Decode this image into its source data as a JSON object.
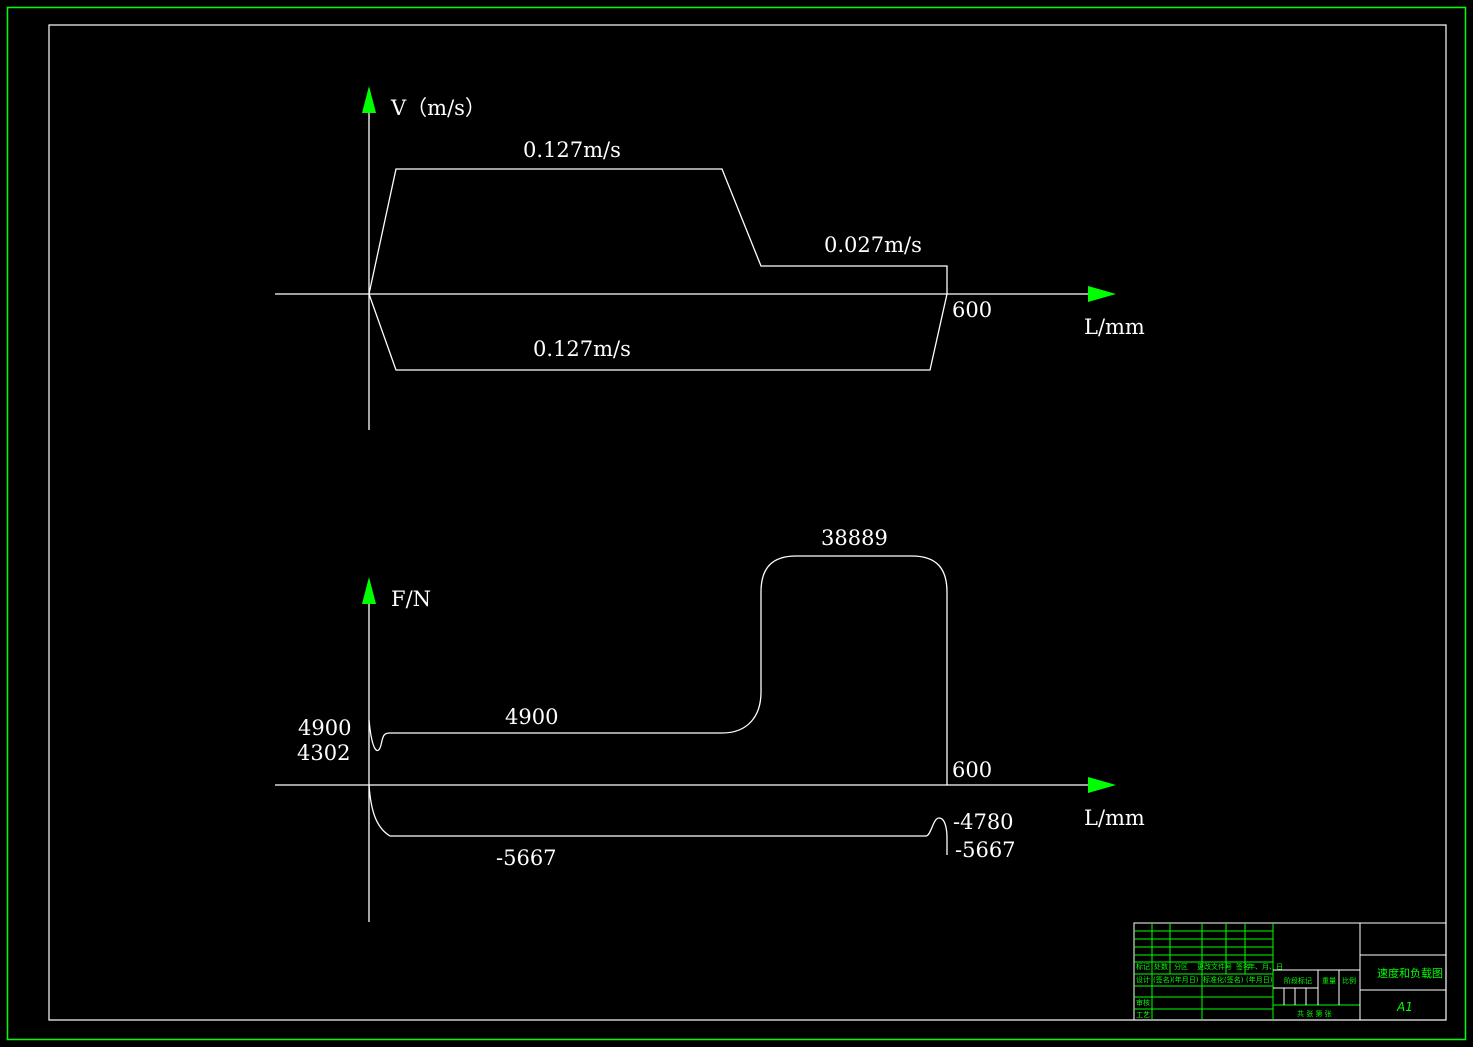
{
  "colors": {
    "background": "#000000",
    "frame": "#00ff00",
    "drawing": "#ffffff",
    "arrow": "#00ff00",
    "title_block": "#00ff00"
  },
  "velocity_diagram": {
    "y_axis_label": "V（m/s）",
    "x_axis_label": "L/mm",
    "end_position_label": "600",
    "forward_fast_label": "0.127m/s",
    "forward_slow_label": "0.027m/s",
    "return_label": "0.127m/s"
  },
  "force_diagram": {
    "y_axis_label": "F/N",
    "x_axis_label": "L/mm",
    "end_position_label": "600",
    "start_peak_label": "4900",
    "start_dip_label": "4302",
    "forward_load_label": "4900",
    "working_load_label": "38889",
    "return_load_label": "-5667",
    "return_end_peak_label": "-4780",
    "return_end_label": "-5667"
  },
  "title_block": {
    "header_row": [
      "标记",
      "处数",
      "分区",
      "更改文件号",
      "签名",
      "年、月、日"
    ],
    "design_row": [
      "设计",
      "(签名)",
      "(年月日)",
      "标准化",
      "(签名)",
      "(年月日)"
    ],
    "stage_mark": "阶段标记",
    "weight": "重量",
    "scale": "比例",
    "review": "审核",
    "process": "工艺",
    "sheets": "共  张  第  张",
    "drawing_title": "速度和负载图",
    "sheet_size": "A1"
  }
}
